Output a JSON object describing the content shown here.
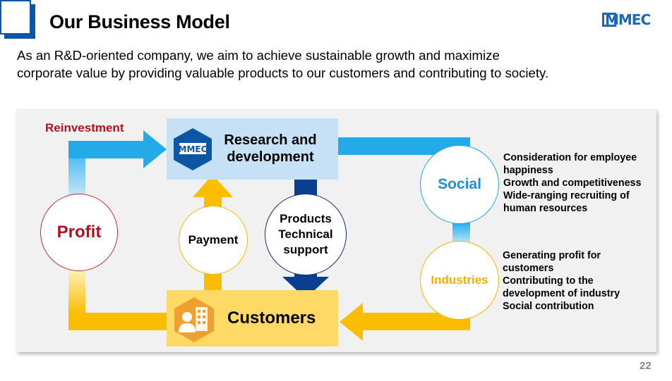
{
  "header": {
    "title": "Our Business Model",
    "logo_text": "MMEC"
  },
  "intro": {
    "line1": "As an R&D-oriented company, we aim to achieve sustainable growth and maximize",
    "line2": "corporate value by providing valuable products to our customers and contributing to society."
  },
  "diagram": {
    "reinvestment_label": "Reinvestment",
    "rd": {
      "line1": "Research and",
      "line2": "development",
      "logo_text": "MMEC"
    },
    "customers_label": "Customers",
    "profit_label": "Profit",
    "payment_label": "Payment",
    "products": {
      "line1": "Products",
      "line2": "Technical",
      "line3": "support"
    },
    "social": {
      "label": "Social",
      "bullets": [
        "Consideration for employee",
        "happiness",
        "Growth and competitiveness",
        "Wide-ranging recruiting of",
        "human resources"
      ]
    },
    "industries": {
      "label": "Industries",
      "bullets": [
        "Generating profit for",
        "customers",
        "Contributing to the",
        "development of industry",
        "Social contribution"
      ]
    }
  },
  "footer": {
    "page_number": "22"
  },
  "colors": {
    "brand_blue": "#0d56a6",
    "sky_blue": "#22abe8",
    "light_blue": "#c6e1f6",
    "navy": "#0a3f8f",
    "gold": "#fbbd00",
    "pale_gold": "#ffd966",
    "profit_red": "#b3121c"
  },
  "icons": [
    "title-square-icon",
    "brand-logo-icon",
    "rd-hexagon-logo-icon",
    "customer-building-icon"
  ]
}
